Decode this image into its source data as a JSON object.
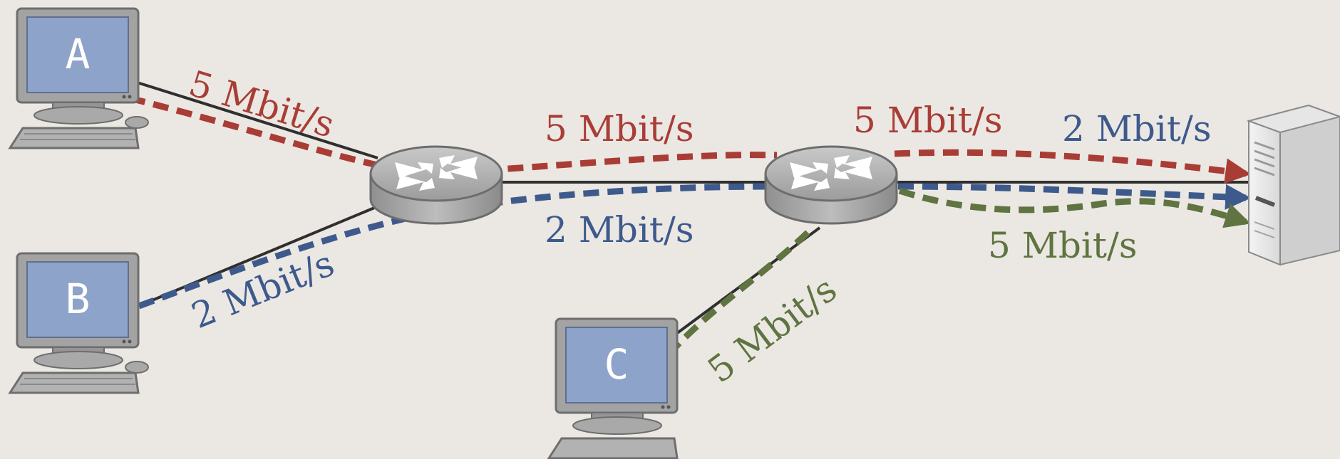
{
  "colors": {
    "background": "#ebe8e3",
    "flow_a": "#a93d36",
    "flow_b": "#3e5a8c",
    "flow_c": "#5f7441",
    "link": "#2f2f2f",
    "screen": "#8ea3c9",
    "router": "#b3b3b3"
  },
  "hosts": {
    "a": {
      "label": "A",
      "icon": "desktop-computer-icon"
    },
    "b": {
      "label": "B",
      "icon": "desktop-computer-icon"
    },
    "c": {
      "label": "C",
      "icon": "desktop-computer-icon"
    }
  },
  "routers": {
    "r1": {
      "icon": "router-icon"
    },
    "r2": {
      "icon": "router-icon"
    }
  },
  "server": {
    "icon": "server-tower-icon"
  },
  "rates": {
    "a_access": "5 Mbit/s",
    "a_core": "5 Mbit/s",
    "a_exit": "5 Mbit/s",
    "b_access": "2 Mbit/s",
    "b_core": "2 Mbit/s",
    "b_exit": "2 Mbit/s",
    "c_access": "5 Mbit/s",
    "c_exit": "5 Mbit/s"
  }
}
